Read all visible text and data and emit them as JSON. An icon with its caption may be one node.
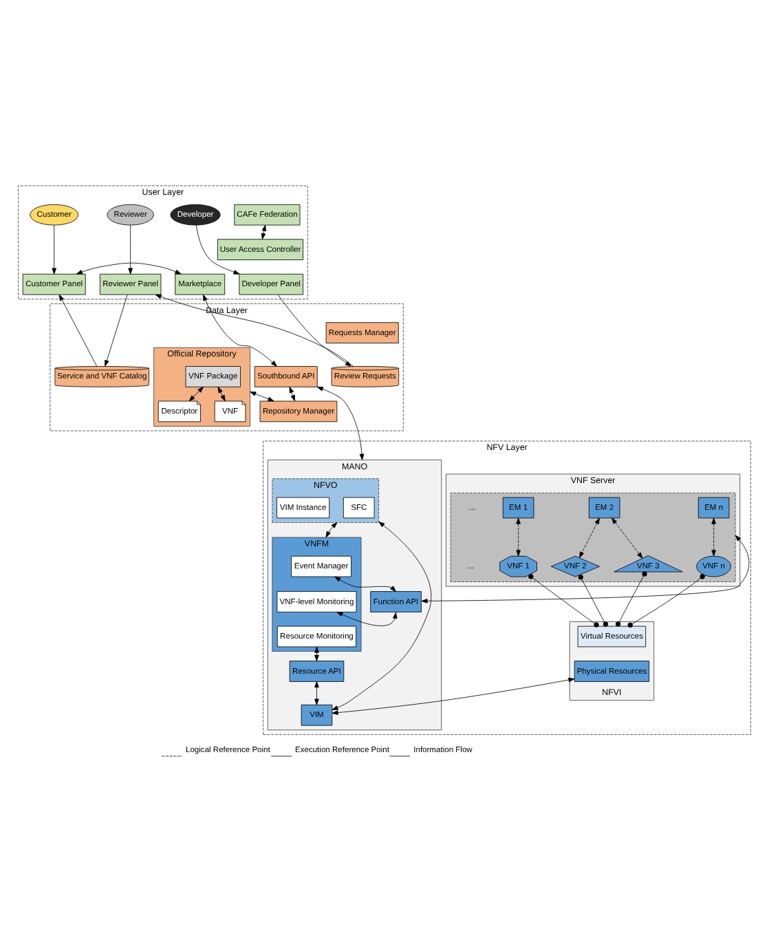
{
  "diagram": {
    "nodes": [
      {
        "text": [
          "User Layer"
        ]
      },
      {
        "text": [
          "Developer"
        ],
        "in": 0
      },
      {
        "text": [
          "Reviewer"
        ],
        "in": 0
      },
      {
        "text": [
          "Customer"
        ],
        "in": 0
      },
      {
        "text": [
          "CAFe Federation"
        ],
        "in": 0
      },
      {
        "text": [
          "User Access Controller"
        ],
        "in": 0
      },
      {
        "text": [
          "Developer Panel"
        ],
        "in": 0
      },
      {
        "text": [
          "Reviewer Panel"
        ],
        "in": 0
      },
      {
        "text": [
          "Customer Panel"
        ],
        "in": 0
      },
      {
        "text": [
          "Marketplace"
        ],
        "in": 0
      },
      {
        "text": [
          "Data Layer"
        ]
      },
      {
        "text": [
          "Requests Manager"
        ],
        "in": 10
      },
      {
        "text": [
          "Review Requests"
        ],
        "in": 10
      },
      {
        "text": [
          "Service and VNF Catalog"
        ],
        "in": 10
      },
      {
        "text": [
          "Southbound API"
        ],
        "in": 10
      },
      {
        "text": [
          "Official Repository"
        ],
        "in": 10
      },
      {
        "text": [
          "VNF Package"
        ],
        "in": 15
      },
      {
        "text": [
          "Descriptor"
        ],
        "in": 15
      },
      {
        "text": [
          "VNF"
        ],
        "in": 15
      },
      {
        "text": [
          "Repository Manager"
        ],
        "in": 10
      },
      {
        "text": [
          "NFV Layer"
        ]
      },
      {
        "text": [
          "VNF Server"
        ],
        "in": 20
      },
      {
        "text": [],
        "shape": "box",
        "in": 21
      },
      {
        "text": [
          "EM 1"
        ],
        "in": 22
      },
      {
        "text": [
          "EM 2"
        ],
        "in": 22
      },
      {
        "text": [
          "EM n"
        ],
        "in": 22
      },
      {
        "text": [
          "VNF 1"
        ],
        "in": 22
      },
      {
        "text": [
          "VNF 2"
        ],
        "in": 22
      },
      {
        "text": [
          "VNF 3"
        ],
        "in": 22
      },
      {
        "text": [
          "VNF n"
        ],
        "in": 22
      },
      {
        "text": [
          "NFVI"
        ],
        "in": 20
      },
      {
        "text": [
          "Virtual Resources"
        ],
        "in": 30
      },
      {
        "text": [
          "Physical Resources"
        ],
        "in": 30
      },
      {
        "text": [
          "MANO"
        ],
        "in": 20
      },
      {
        "text": [
          "NFVO"
        ],
        "in": 33
      },
      {
        "text": [
          "SFC"
        ],
        "in": 34
      },
      {
        "text": [
          "VIM Instance"
        ],
        "in": 34
      },
      {
        "text": [
          "VNFM"
        ],
        "in": 33
      },
      {
        "text": [
          "Event Manager"
        ],
        "in": 37
      },
      {
        "text": [
          "VNF-level Monitoring"
        ],
        "in": 37
      },
      {
        "text": [
          "Resource Monitoring"
        ],
        "in": 37
      },
      {
        "text": [
          "Function API"
        ],
        "in": 33
      },
      {
        "text": [
          "Resource API"
        ],
        "in": 33
      },
      {
        "text": [
          "VIM"
        ],
        "in": 33
      }
    ],
    "edges": [
      {
        "from": 1,
        "to": 6,
        "arrow": "to"
      },
      {
        "from": 2,
        "to": 7,
        "arrow": "to"
      },
      {
        "from": 3,
        "to": 8,
        "arrow": "to"
      },
      {
        "from": 4,
        "to": 5,
        "arrow": "both"
      },
      {
        "from": 8,
        "to": 9,
        "arrow": "both"
      },
      {
        "from": 6,
        "to": 12,
        "arrow": "to"
      },
      {
        "from": 12,
        "to": 7,
        "arrow": "to"
      },
      {
        "from": 7,
        "to": 13,
        "arrow": "to"
      },
      {
        "from": 13,
        "to": 8,
        "arrow": "to"
      },
      {
        "from": 9,
        "to": 14,
        "arrow": "both"
      },
      {
        "from": 14,
        "to": 19,
        "arrow": "both"
      },
      {
        "from": 15,
        "to": 19,
        "arrow": "both"
      },
      {
        "from": 16,
        "to": 17,
        "arrow": "both"
      },
      {
        "from": 16,
        "to": 18,
        "arrow": "both"
      },
      {
        "from": 14,
        "to": 33,
        "arrow": "both"
      },
      {
        "from": 23,
        "to": 26,
        "arrow": "both",
        "style": "dashed"
      },
      {
        "from": 24,
        "to": 27,
        "arrow": "both",
        "style": "dashed"
      },
      {
        "from": 24,
        "to": 28,
        "arrow": "both",
        "style": "dashed"
      },
      {
        "from": 25,
        "to": 29,
        "arrow": "both",
        "style": "dashed"
      },
      {
        "from": 26,
        "to": 31,
        "arrow": "other"
      },
      {
        "from": 27,
        "to": 31,
        "arrow": "other"
      },
      {
        "from": 28,
        "to": 31,
        "arrow": "other"
      },
      {
        "from": 29,
        "to": 31,
        "arrow": "other"
      },
      {
        "from": 34,
        "to": 37,
        "arrow": "both"
      },
      {
        "from": 41,
        "to": 22,
        "arrow": "both"
      },
      {
        "from": 41,
        "to": 38,
        "arrow": "both"
      },
      {
        "from": 41,
        "to": 39,
        "arrow": "both"
      },
      {
        "from": 40,
        "to": 42,
        "arrow": "both"
      },
      {
        "from": 42,
        "to": 43,
        "arrow": "both"
      },
      {
        "from": 43,
        "to": 32,
        "arrow": "both"
      },
      {
        "from": 43,
        "to": 34,
        "arrow": "both"
      }
    ],
    "labels": [
      "...",
      "..."
    ],
    "legend": [
      {
        "text": "Logical Reference Point"
      },
      {
        "text": "Execution Reference Point"
      },
      {
        "text": "Information Flow"
      }
    ]
  }
}
